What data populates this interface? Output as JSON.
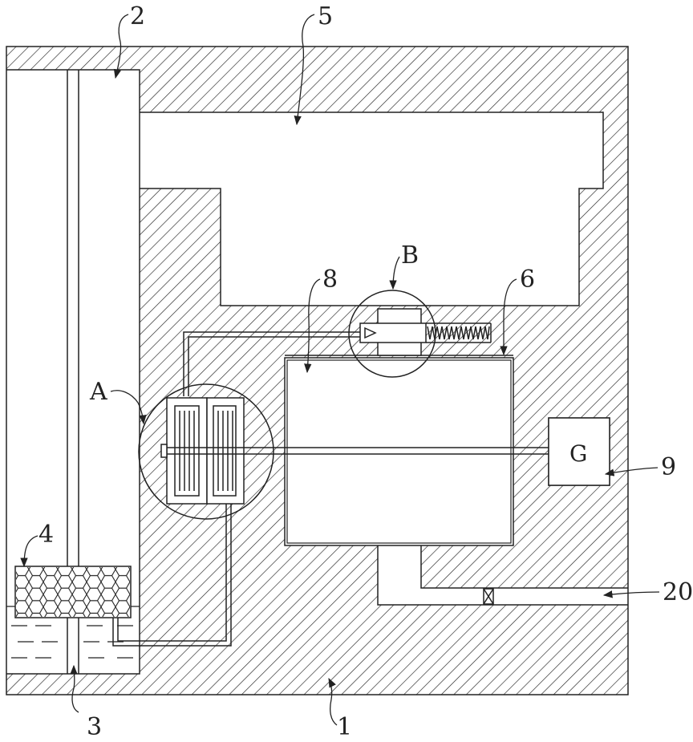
{
  "labels": {
    "l1": "1",
    "l2": "2",
    "l3": "3",
    "l4": "4",
    "l5": "5",
    "l6": "6",
    "l8": "8",
    "l9": "9",
    "l20": "20",
    "lA": "A",
    "lB": "B",
    "generator": "G"
  },
  "colors": {
    "line": "#222222",
    "background": "#ffffff"
  }
}
